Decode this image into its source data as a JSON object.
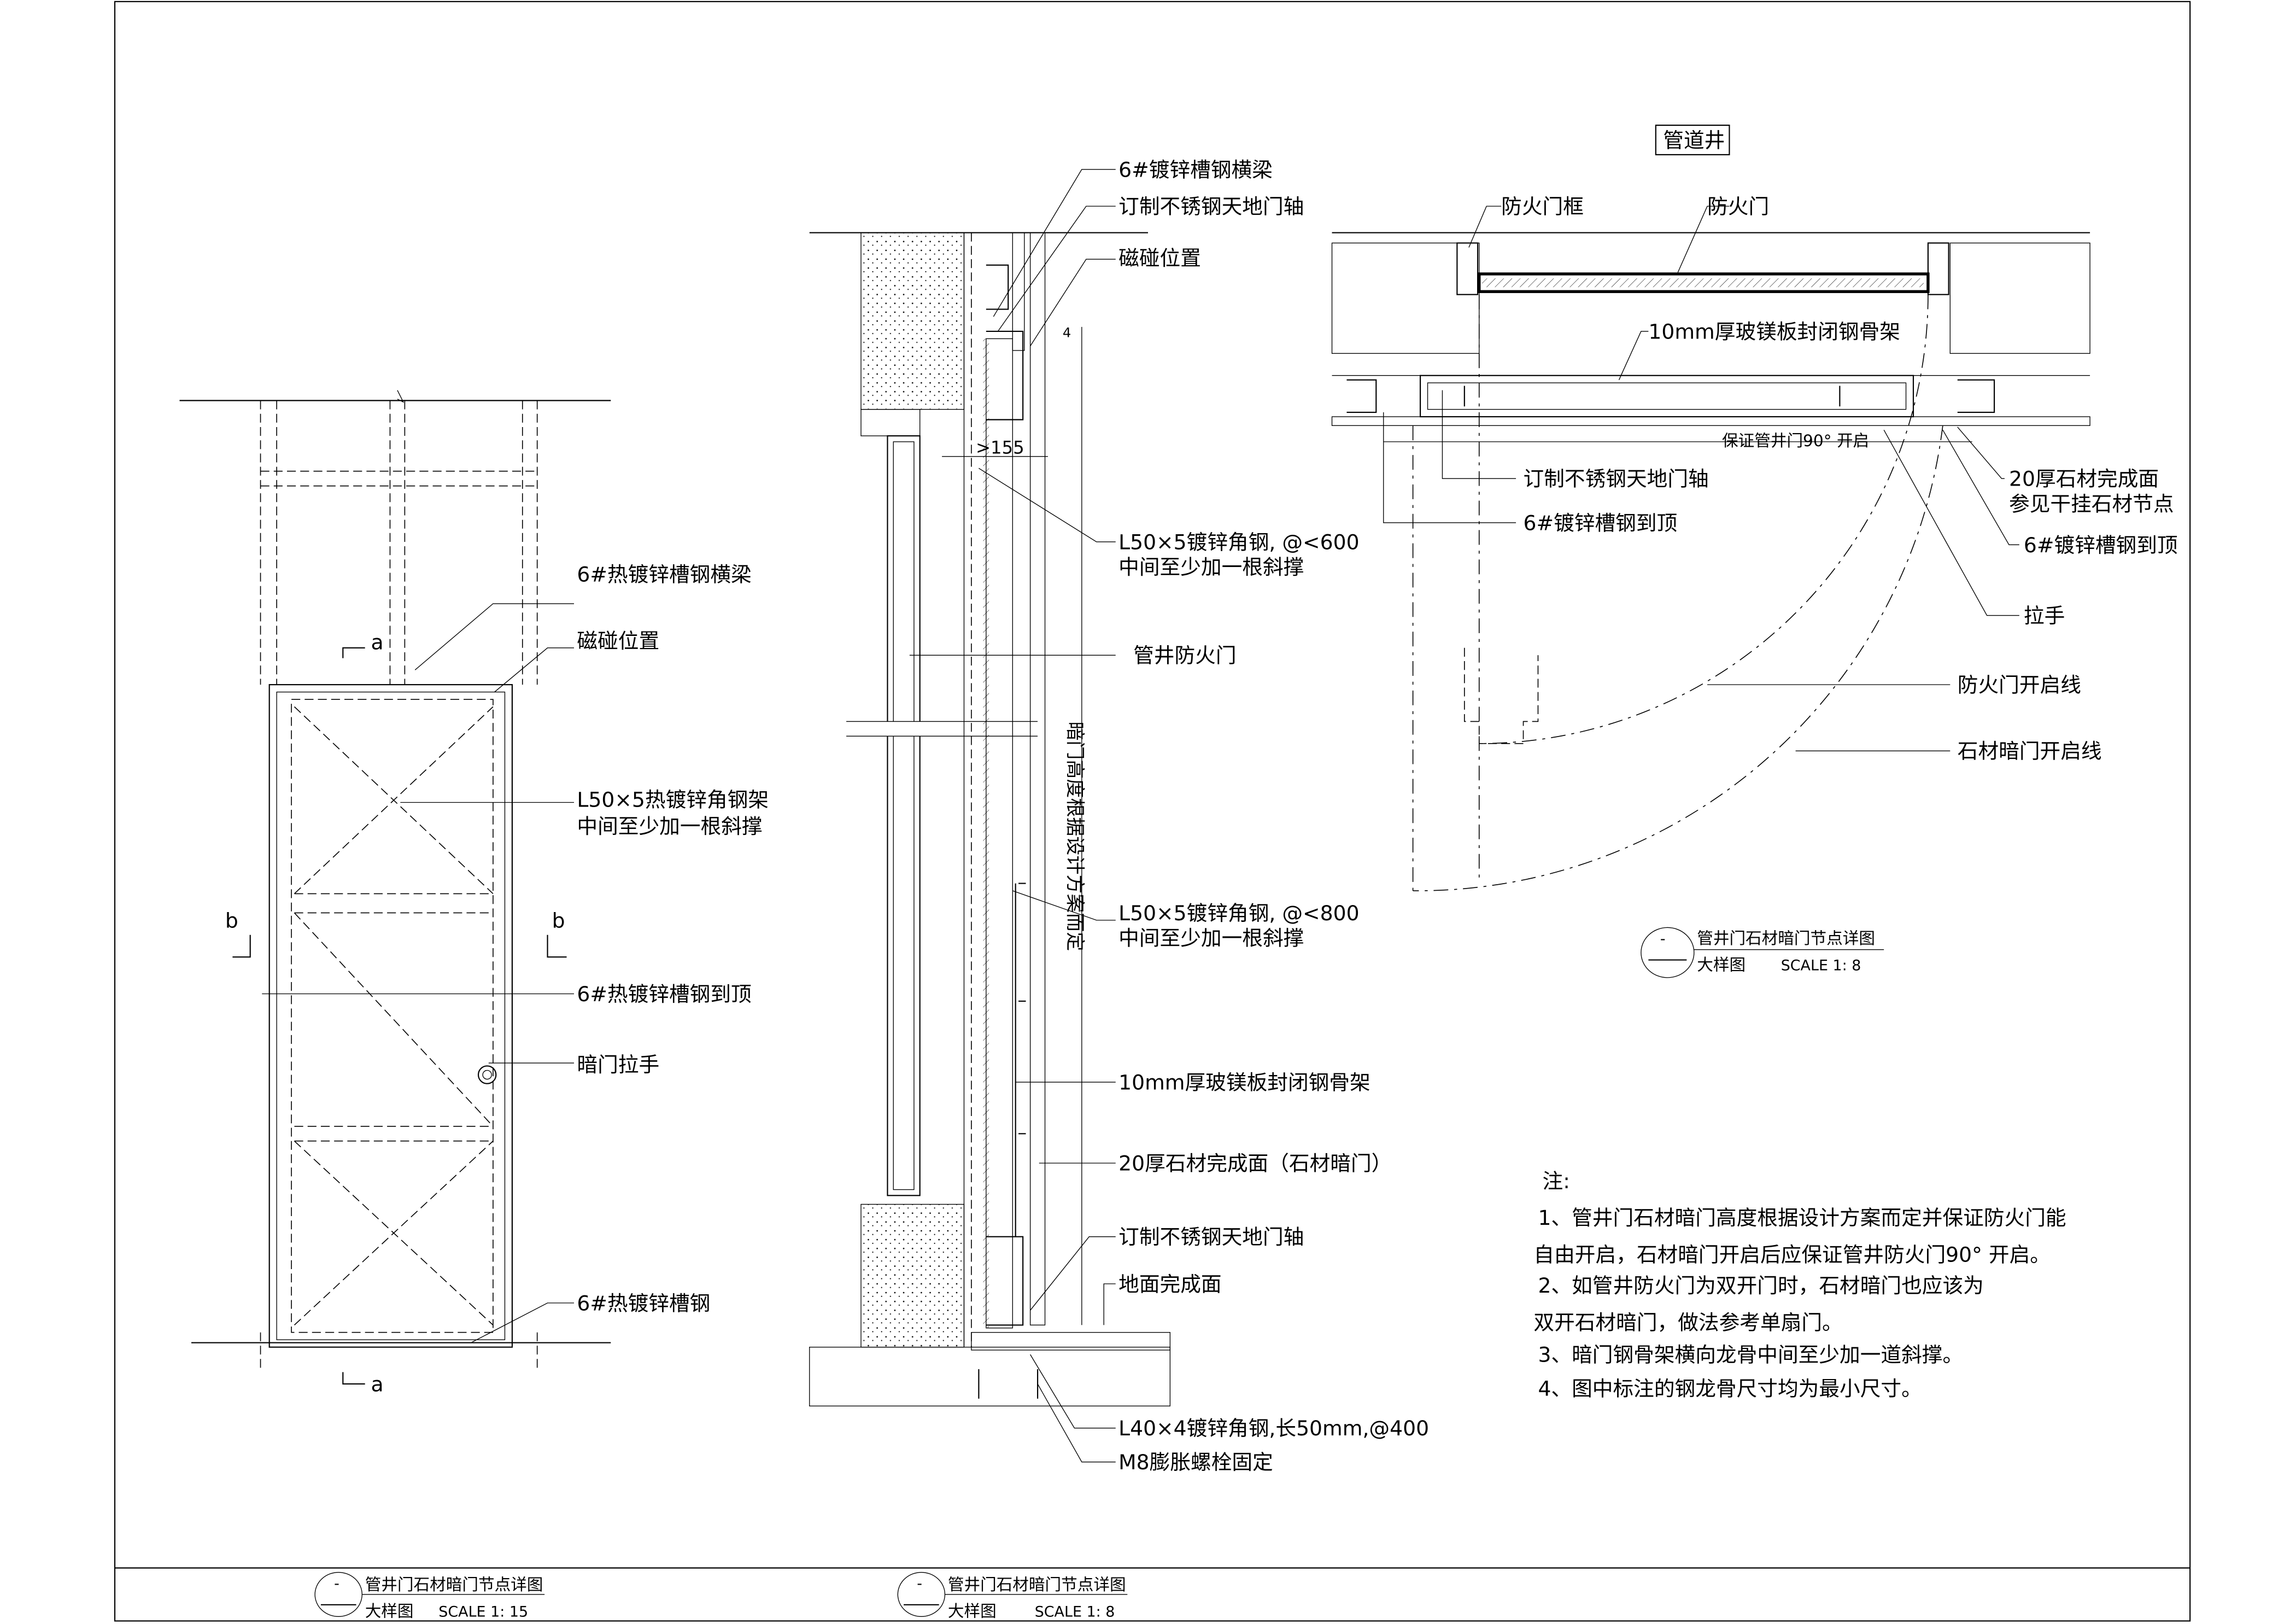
{
  "left_view": {
    "section_marks": {
      "a": "a",
      "b": "b"
    },
    "labels": [
      "6#热镀锌槽钢横梁",
      "磁碰位置",
      "L50×5热镀锌角钢架",
      "中间至少加一根斜撑",
      "6#热镀锌槽钢到顶",
      "暗门拉手",
      "6#热镀锌槽钢"
    ],
    "title": {
      "number": "-",
      "name": "管井门石材暗门节点详图",
      "type": "大样图",
      "scale": "SCALE 1: 15"
    }
  },
  "middle_view": {
    "labels": [
      "6#镀锌槽钢横梁",
      "订制不锈钢天地门轴",
      "磁碰位置",
      "L50×5镀锌角钢, @<600",
      "中间至少加一根斜撑",
      "管井防火门",
      "L50×5镀锌角钢, @<800",
      "中间至少加一根斜撑",
      "10mm厚玻镁板封闭钢骨架",
      "20厚石材完成面（石材暗门）",
      "订制不锈钢天地门轴",
      "地面完成面",
      "L40×4镀锌角钢,长50mm,@400",
      "M8膨胀螺栓固定"
    ],
    "vertical_note": "暗门高度根据设计方案而定",
    "dimension": ">155",
    "dimension_small": "4",
    "title": {
      "number": "-",
      "name": "管井门石材暗门节点详图",
      "type": "大样图",
      "scale": "SCALE 1: 8"
    }
  },
  "right_view": {
    "room_label": "管道井",
    "labels": [
      "防火门框",
      "防火门",
      "10mm厚玻镁板封闭钢骨架",
      "保证管井门90° 开启",
      "订制不锈钢天地门轴",
      "6#镀锌槽钢到顶",
      "20厚石材完成面",
      "参见干挂石材节点",
      "6#镀锌槽钢到顶",
      "拉手",
      "防火门开启线",
      "石材暗门开启线"
    ],
    "title": {
      "number": "-",
      "name": "管井门石材暗门节点详图",
      "type": "大样图",
      "scale": "SCALE 1: 8"
    }
  },
  "notes": {
    "heading": "注:",
    "lines": [
      "1、管井门石材暗门高度根据设计方案而定并保证防火门能",
      "自由开启，石材暗门开启后应保证管井防火门90°  开启。",
      "2、如管井防火门为双开门时，石材暗门也应该为",
      "双开石材暗门，做法参考单扇门。",
      "3、暗门钢骨架横向龙骨中间至少加一道斜撑。",
      "4、图中标注的钢龙骨尺寸均为最小尺寸。"
    ]
  }
}
